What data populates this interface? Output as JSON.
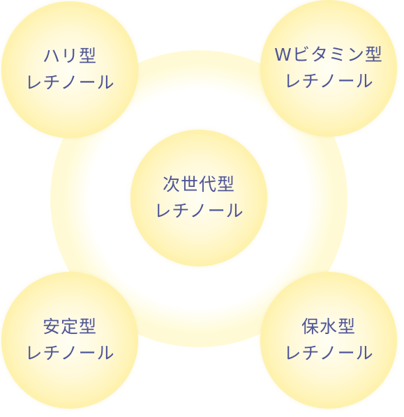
{
  "nodes": {
    "top_left": {
      "line1": "ハリ型",
      "line2": "レチノール"
    },
    "top_right": {
      "line1": "Wビタミン型",
      "line2": "レチノール"
    },
    "center": {
      "line1": "次世代型",
      "line2": "レチノール"
    },
    "bottom_left": {
      "line1": "安定型",
      "line2": "レチノール"
    },
    "bottom_right": {
      "line1": "保水型",
      "line2": "レチノール"
    }
  },
  "colors": {
    "text": "#4f5597",
    "bubble_center": "#fffef4",
    "bubble_edge": "#f9e57c",
    "glow": "#fff7c3"
  }
}
